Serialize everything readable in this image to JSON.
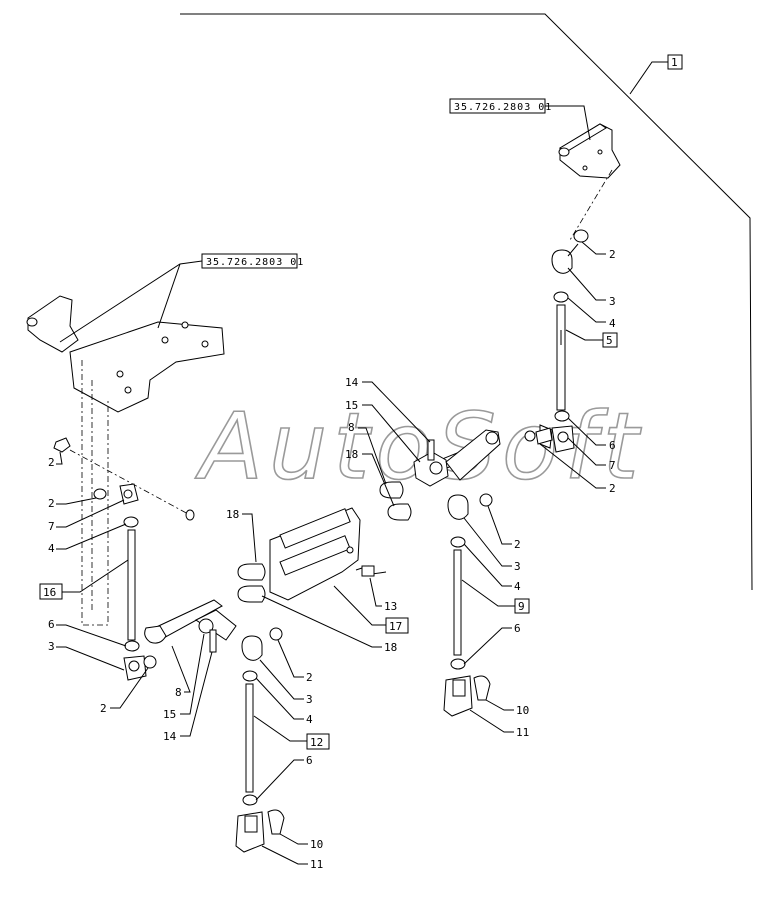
{
  "watermark": "AutoSoft",
  "references": [
    {
      "id": "ref-top-right",
      "text": "35.726.2803 01"
    },
    {
      "id": "ref-left",
      "text": "35.726.2803 01"
    }
  ],
  "boxed_labels": [
    {
      "id": "box-1",
      "text": "1"
    },
    {
      "id": "box-5",
      "text": "5"
    },
    {
      "id": "box-16",
      "text": "16"
    },
    {
      "id": "box-17",
      "text": "17"
    },
    {
      "id": "box-9",
      "text": "9"
    },
    {
      "id": "box-12",
      "text": "12"
    }
  ],
  "callouts": [
    {
      "id": "c-2-r1",
      "text": "2"
    },
    {
      "id": "c-3-r1",
      "text": "3"
    },
    {
      "id": "c-4-r1",
      "text": "4"
    },
    {
      "id": "c-6-r1",
      "text": "6"
    },
    {
      "id": "c-7-r1",
      "text": "7"
    },
    {
      "id": "c-2-r2",
      "text": "2"
    },
    {
      "id": "c-14-top",
      "text": "14"
    },
    {
      "id": "c-15-top",
      "text": "15"
    },
    {
      "id": "c-8-top",
      "text": "8"
    },
    {
      "id": "c-18-top",
      "text": "18"
    },
    {
      "id": "c-2-l1",
      "text": "2"
    },
    {
      "id": "c-2-l2",
      "text": "2"
    },
    {
      "id": "c-7-l",
      "text": "7"
    },
    {
      "id": "c-4-l",
      "text": "4"
    },
    {
      "id": "c-6-l",
      "text": "6"
    },
    {
      "id": "c-3-l",
      "text": "3"
    },
    {
      "id": "c-2-l3",
      "text": "2"
    },
    {
      "id": "c-18-mid",
      "text": "18"
    },
    {
      "id": "c-13",
      "text": "13"
    },
    {
      "id": "c-18-low",
      "text": "18"
    },
    {
      "id": "c-2-m1",
      "text": "2"
    },
    {
      "id": "c-3-m1",
      "text": "3"
    },
    {
      "id": "c-4-m1",
      "text": "4"
    },
    {
      "id": "c-6-m1",
      "text": "6"
    },
    {
      "id": "c-10-m1",
      "text": "10"
    },
    {
      "id": "c-11-m1",
      "text": "11"
    },
    {
      "id": "c-8-low",
      "text": "8"
    },
    {
      "id": "c-15-low",
      "text": "15"
    },
    {
      "id": "c-14-low",
      "text": "14"
    },
    {
      "id": "c-2-m2",
      "text": "2"
    },
    {
      "id": "c-3-m2",
      "text": "3"
    },
    {
      "id": "c-4-m2",
      "text": "4"
    },
    {
      "id": "c-6-m2",
      "text": "6"
    },
    {
      "id": "c-10-m2",
      "text": "10"
    },
    {
      "id": "c-11-m2",
      "text": "11"
    }
  ]
}
